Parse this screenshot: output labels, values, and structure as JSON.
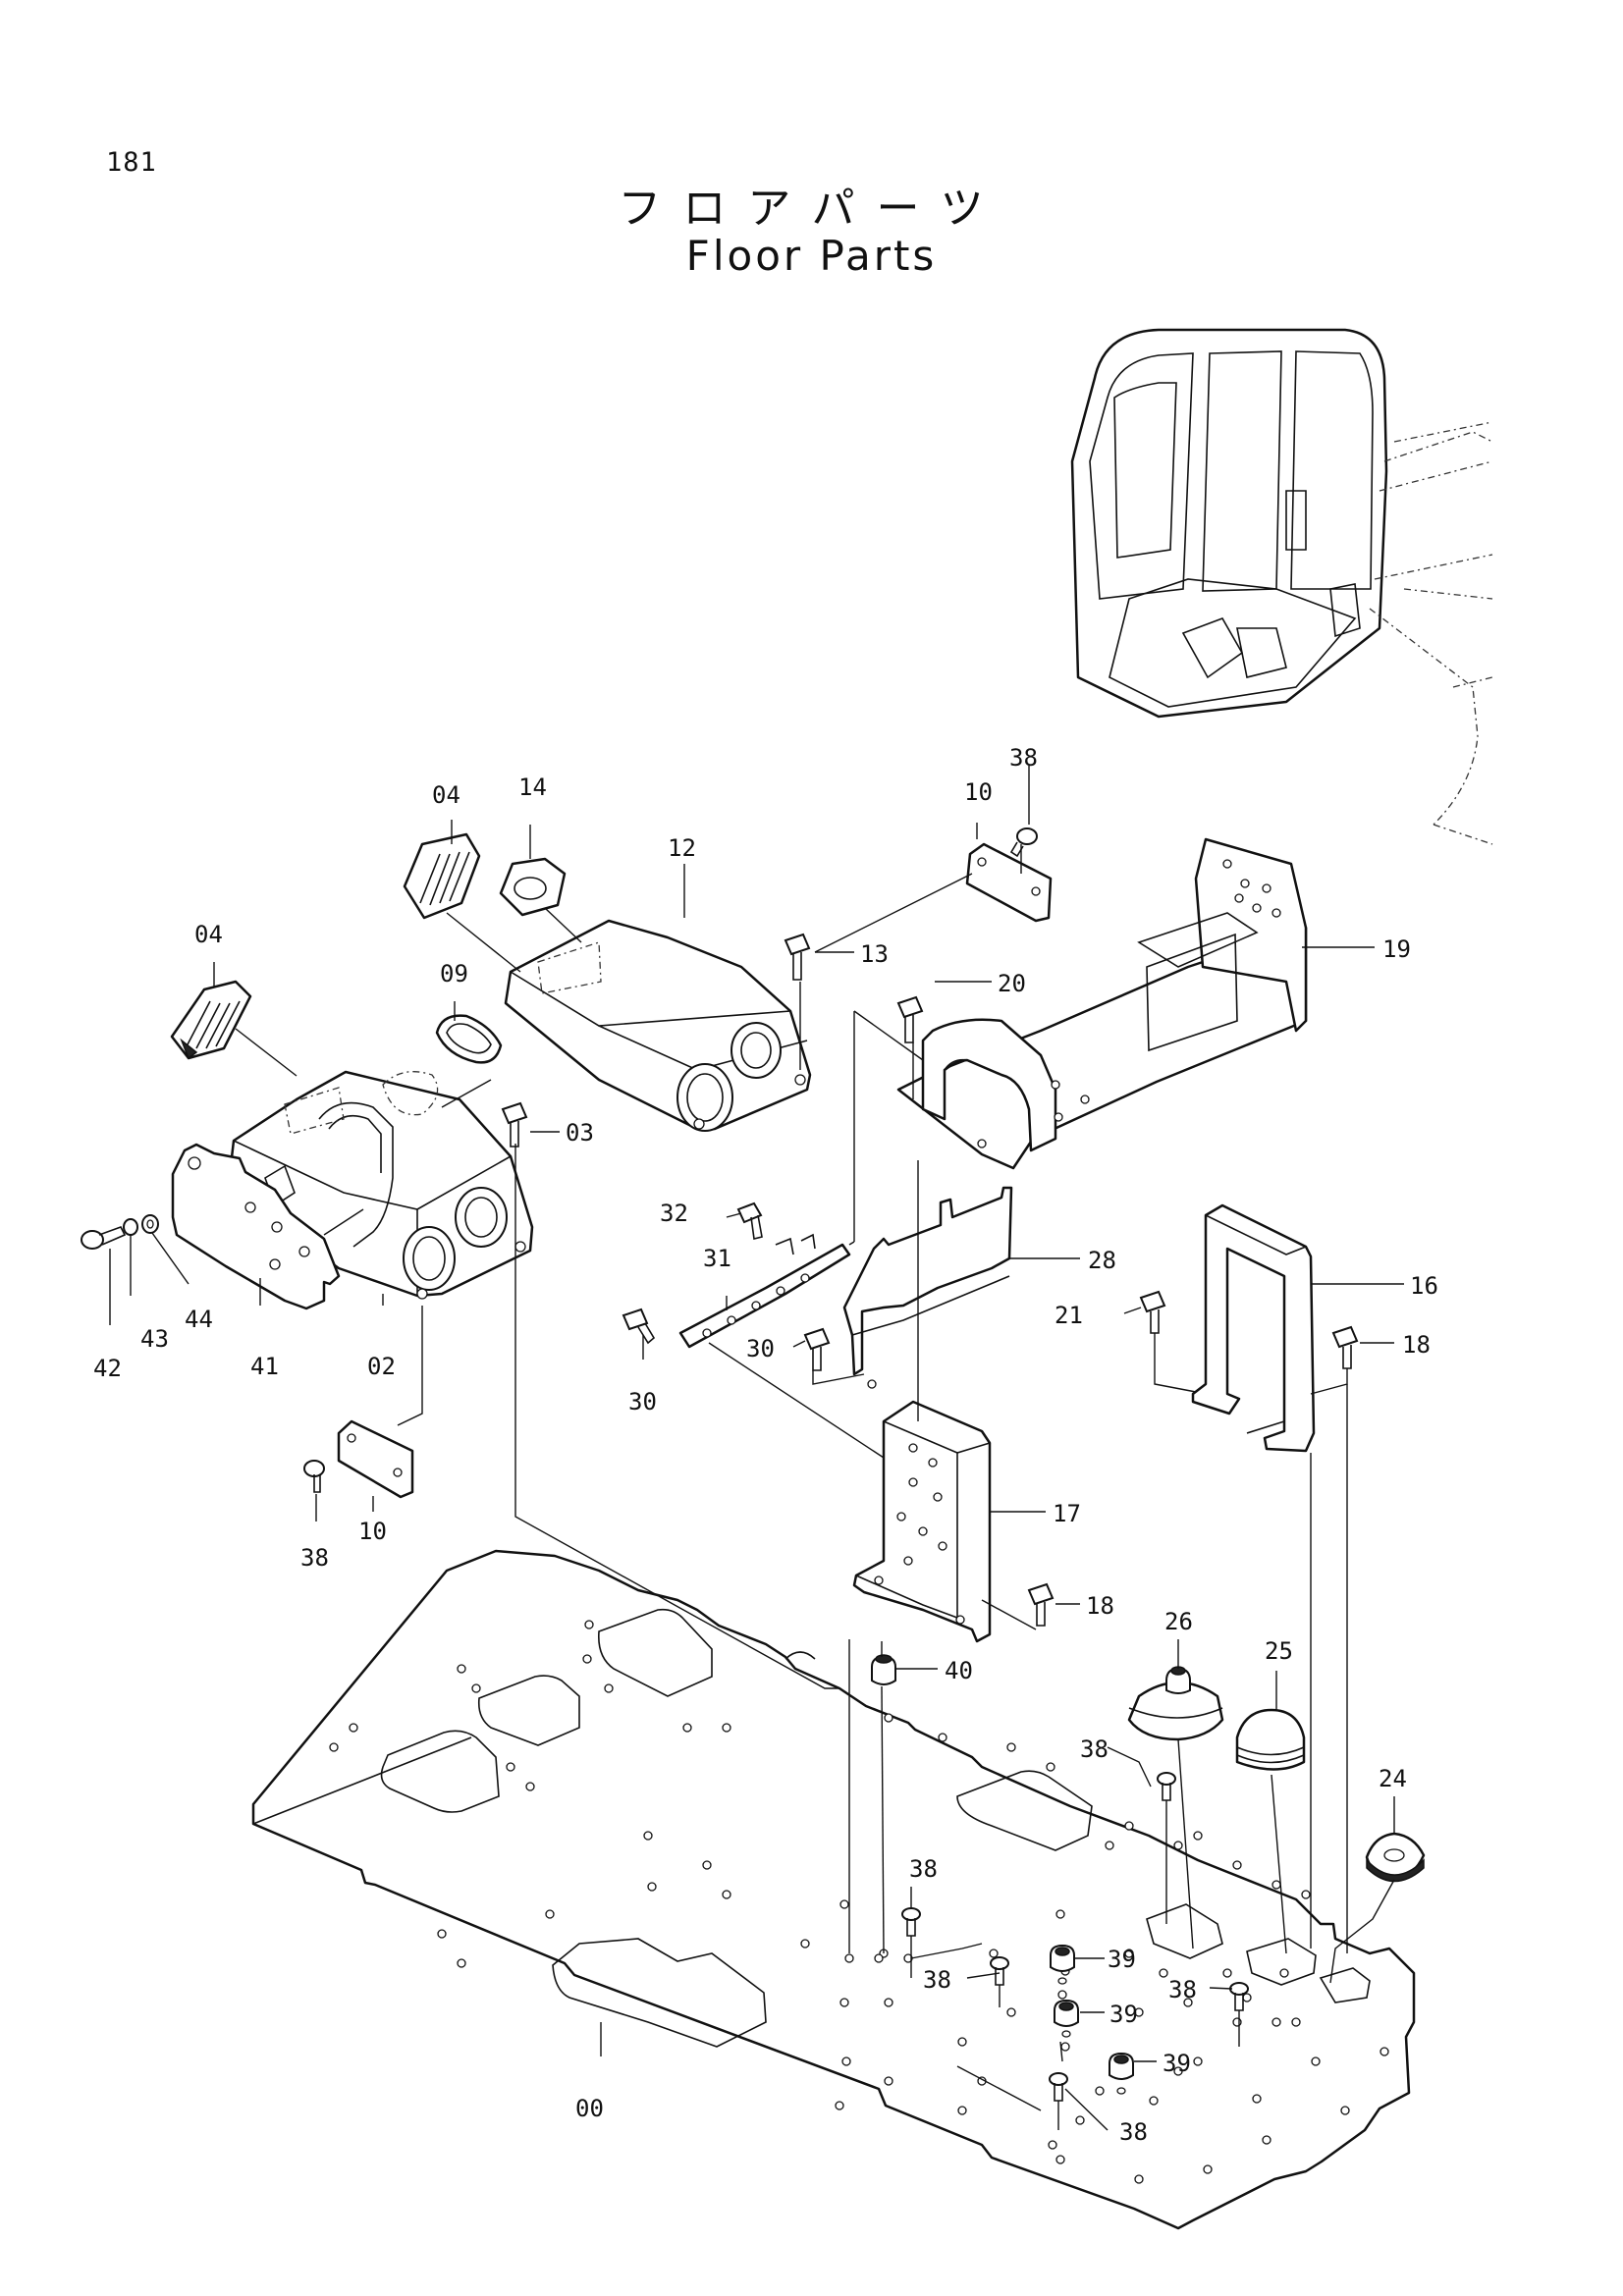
{
  "page_number": "181",
  "title_ja": "フロアパーツ",
  "title_en": "Floor Parts",
  "callouts": {
    "p00": "00",
    "p02": "02",
    "p03": "03",
    "p04a": "04",
    "p04b": "04",
    "p09": "09",
    "p10a": "10",
    "p10b": "10",
    "p12": "12",
    "p13": "13",
    "p14": "14",
    "p16": "16",
    "p17": "17",
    "p18a": "18",
    "p18b": "18",
    "p19": "19",
    "p20": "20",
    "p21": "21",
    "p24": "24",
    "p25": "25",
    "p26": "26",
    "p28": "28",
    "p30a": "30",
    "p30b": "30",
    "p31": "31",
    "p32": "32",
    "p38a": "38",
    "p38b": "38",
    "p38c": "38",
    "p38d": "38",
    "p38e": "38",
    "p38f": "38",
    "p38g": "38",
    "p39a": "39",
    "p39b": "39",
    "p39c": "39",
    "p40": "40",
    "p41": "41",
    "p42": "42",
    "p43": "43",
    "p44": "44"
  }
}
